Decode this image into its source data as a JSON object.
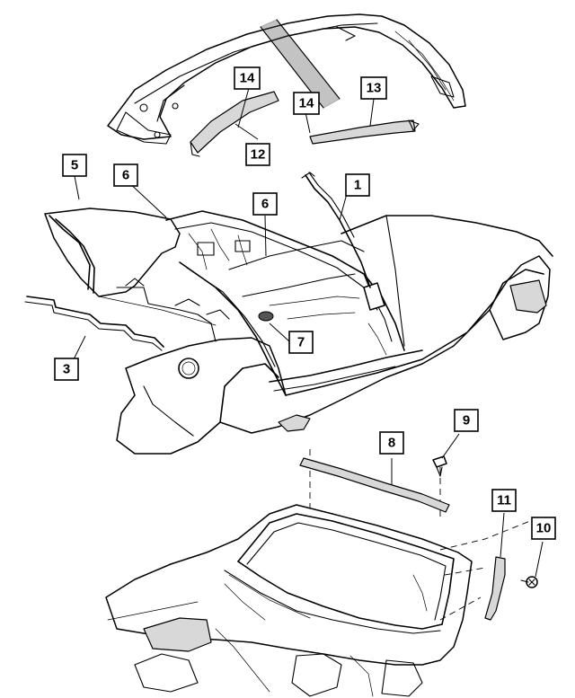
{
  "diagram": {
    "callouts": [
      {
        "id": "c1",
        "label": "1"
      },
      {
        "id": "c3",
        "label": "3"
      },
      {
        "id": "c5",
        "label": "5"
      },
      {
        "id": "c6a",
        "label": "6"
      },
      {
        "id": "c6b",
        "label": "6"
      },
      {
        "id": "c7",
        "label": "7"
      },
      {
        "id": "c8",
        "label": "8"
      },
      {
        "id": "c9",
        "label": "9"
      },
      {
        "id": "c10",
        "label": "10"
      },
      {
        "id": "c11",
        "label": "11"
      },
      {
        "id": "c12",
        "label": "12"
      },
      {
        "id": "c13",
        "label": "13"
      },
      {
        "id": "c14a",
        "label": "14"
      },
      {
        "id": "c14b",
        "label": "14"
      }
    ]
  }
}
